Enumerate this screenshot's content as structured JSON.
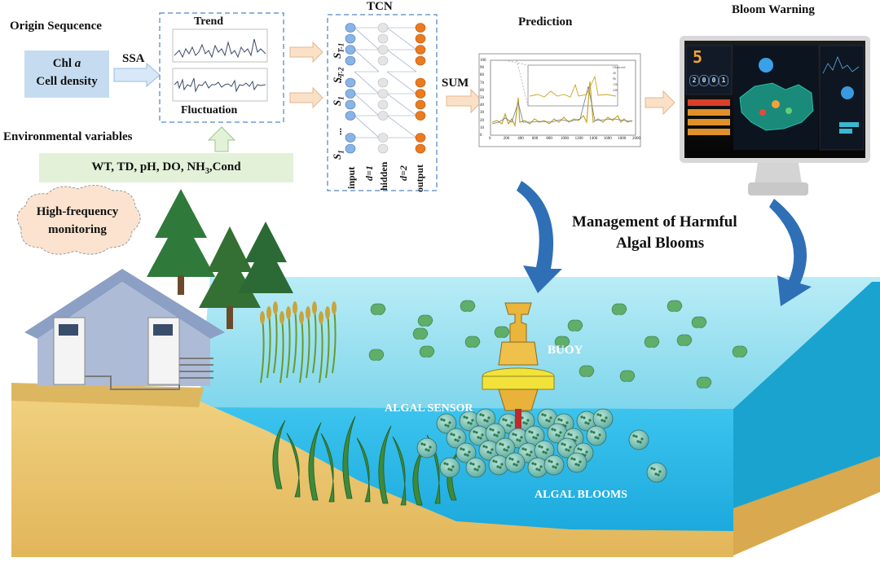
{
  "origin_sequence": {
    "title": "Origin Sequcence",
    "line1_prefix": "Chl ",
    "line1_italic": "a",
    "line2": "Cell density"
  },
  "ssa_label": "SSA",
  "decomposition": {
    "trend_label": "Trend",
    "fluctuation_label": "Fluctuation"
  },
  "environmental": {
    "title": "Environmental variables",
    "variables_text_a": "WT, TD, pH, DO, NH",
    "variables_sub": "3",
    "variables_text_b": ",Cond"
  },
  "tcn": {
    "title": "TCN",
    "input_label": "input",
    "d1_label": "d=1",
    "hidden_label": "hidden",
    "d2_label": "d=2",
    "output_label": "output",
    "seq_labels": [
      "S",
      "T-1",
      "S",
      "T-2",
      "...",
      "S",
      "1",
      "...",
      "S",
      "1"
    ]
  },
  "sum_label": "SUM",
  "prediction": {
    "title": "Prediction",
    "legend": [
      "Observed",
      "4h",
      "8h",
      "12h",
      "24h"
    ],
    "y_ticks": [
      "100",
      "90",
      "80",
      "70",
      "60",
      "50",
      "40",
      "30",
      "20",
      "10",
      "0"
    ],
    "x_ticks": [
      "0",
      "200",
      "400",
      "600",
      "800",
      "1000",
      "1200",
      "1400",
      "1600",
      "1800",
      "2000"
    ]
  },
  "bloom_warning": {
    "title": "Bloom Warning",
    "counter_digit": "5",
    "tiles": [
      "2",
      "0",
      "0",
      "1"
    ]
  },
  "management": {
    "line1": "Management of  Harmful",
    "line2": "Algal Blooms"
  },
  "monitoring_cloud": {
    "line1": "High-frequency",
    "line2": "monitoring"
  },
  "buoy_label": "BUOY",
  "algal_sensor_label": "ALGAL SENSOR",
  "algal_blooms_label": "ALGAL BLOOMS",
  "colors": {
    "box_blue": "#c5dcf0",
    "env_green": "#e3f1d9",
    "dashed": "#6e9cd0",
    "arrow_fill": "#fbe0c8",
    "water_top": "#8fdcec",
    "water_front": "#1fb6e6",
    "sand": "#e8c46b",
    "tcn_input": "#8ab4e6",
    "tcn_output": "#ec7a1e",
    "tcn_hidden": "#e4e4e4"
  }
}
